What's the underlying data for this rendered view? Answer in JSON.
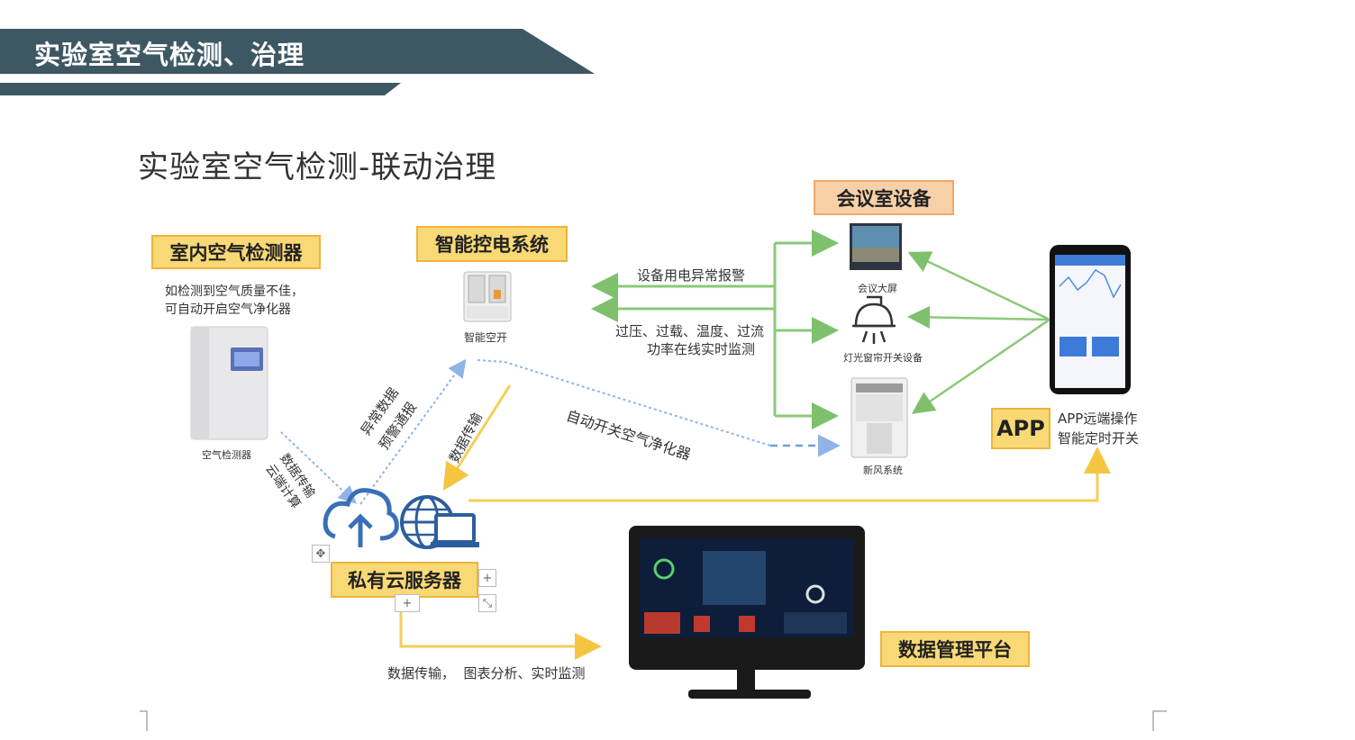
{
  "header": {
    "title": "实验室空气检测、治理"
  },
  "diagram": {
    "title": "实验室空气检测-联动治理",
    "nodes": {
      "detector": {
        "label": "室内空气检测器",
        "note_line1": "如检测到空气质量不佳，",
        "note_line2": "可自动开启空气净化器",
        "device_caption": "空气检测器"
      },
      "power": {
        "label": "智能控电系统",
        "device_caption": "智能空开"
      },
      "meeting": {
        "label": "会议室设备",
        "screen_caption": "会议大屏",
        "light_caption": "灯光窗帘开关设备",
        "fresh_caption": "新风系统"
      },
      "app": {
        "label": "APP",
        "desc_line1": "APP远端操作",
        "desc_line2": "智能定时开关"
      },
      "server": {
        "label": "私有云服务器"
      },
      "platform": {
        "label": "数据管理平台"
      }
    },
    "edges": {
      "alarm": "设备用电异常报警",
      "monitor_line1": "过压、过载、温度、过流",
      "monitor_line2": "功率在线实时监测",
      "auto_purifier": "自动开关空气净化器",
      "abnormal_line1": "异常数据",
      "abnormal_line2": "预警通报",
      "data_transfer": "数据传输",
      "upload_line1": "数据传输",
      "upload_line2": "云端计算",
      "bottom": "数据传输，  图表分析、实时监测"
    }
  }
}
